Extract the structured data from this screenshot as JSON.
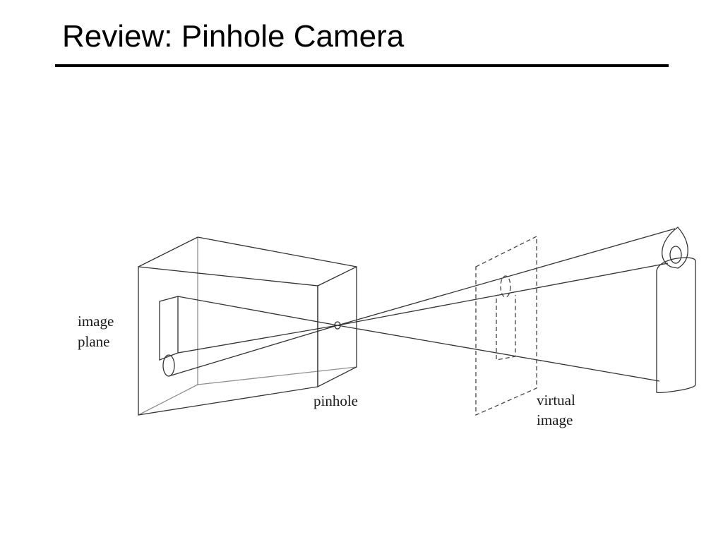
{
  "slide": {
    "title": "Review: Pinhole Camera"
  },
  "labels": {
    "image_plane": [
      "image",
      "plane"
    ],
    "pinhole": "pinhole",
    "virtual_image": [
      "virtual",
      "image"
    ]
  }
}
